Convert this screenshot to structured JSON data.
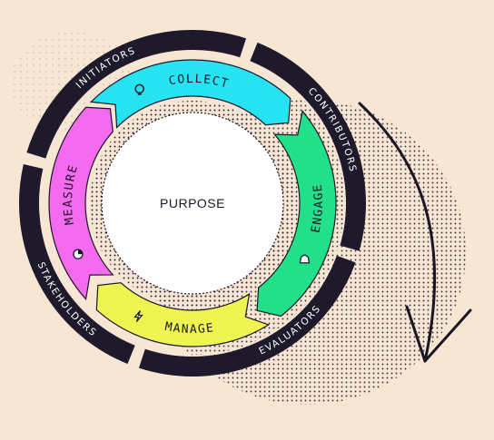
{
  "center": {
    "label": "PURPOSE"
  },
  "phases": [
    {
      "label": "COLLECT",
      "icon": "lightbulb-icon",
      "color": "#27e3f2"
    },
    {
      "label": "ENGAGE",
      "icon": "bell-icon",
      "color": "#21e089"
    },
    {
      "label": "MANAGE",
      "icon": "lightning-icon",
      "color": "#eef550"
    },
    {
      "label": "MEASURE",
      "icon": "pie-chart-icon",
      "color": "#f56bef"
    }
  ],
  "roles": [
    {
      "label": "INITIATORS"
    },
    {
      "label": "CONTRIBUTORS"
    },
    {
      "label": "EVALUATORS"
    },
    {
      "label": "STAKEHOLDERS"
    }
  ],
  "colors": {
    "background": "#f7e6d4",
    "ring": "#1e1a2b",
    "halftone": "#2a2433",
    "center_fill": "#ffffff"
  }
}
